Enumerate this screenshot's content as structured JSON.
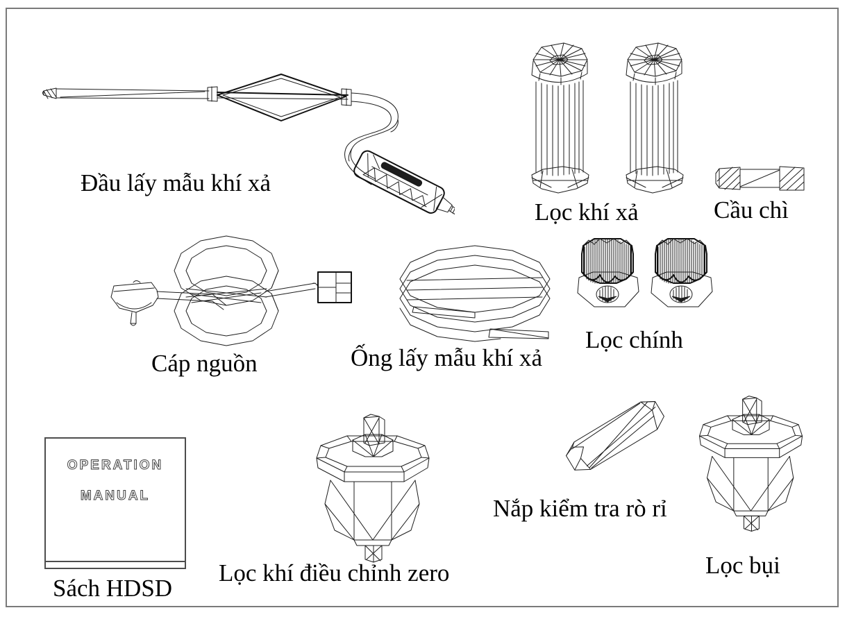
{
  "page": {
    "background": "#ffffff",
    "border_color": "#7a7a7a",
    "line_color": "#1d1d1d"
  },
  "parts": {
    "probe": {
      "label": "Đầu lấy mẫu khí xả"
    },
    "exhaust_filter": {
      "label": "Lọc khí xả"
    },
    "fuse": {
      "label": "Cầu chì"
    },
    "power_cable": {
      "label": "Cáp nguồn"
    },
    "sample_tube": {
      "label": "Ống lấy mẫu khí xả"
    },
    "main_filter": {
      "label": "Lọc chính"
    },
    "manual": {
      "label": "Sách HDSD",
      "cover_line1": "OPERATION",
      "cover_line2": "MANUAL"
    },
    "zero_filter": {
      "label": "Lọc khí điều chỉnh zero"
    },
    "leak_cap": {
      "label": "Nắp kiểm tra rò rỉ"
    },
    "dust_filter": {
      "label": "Lọc bụi"
    }
  }
}
